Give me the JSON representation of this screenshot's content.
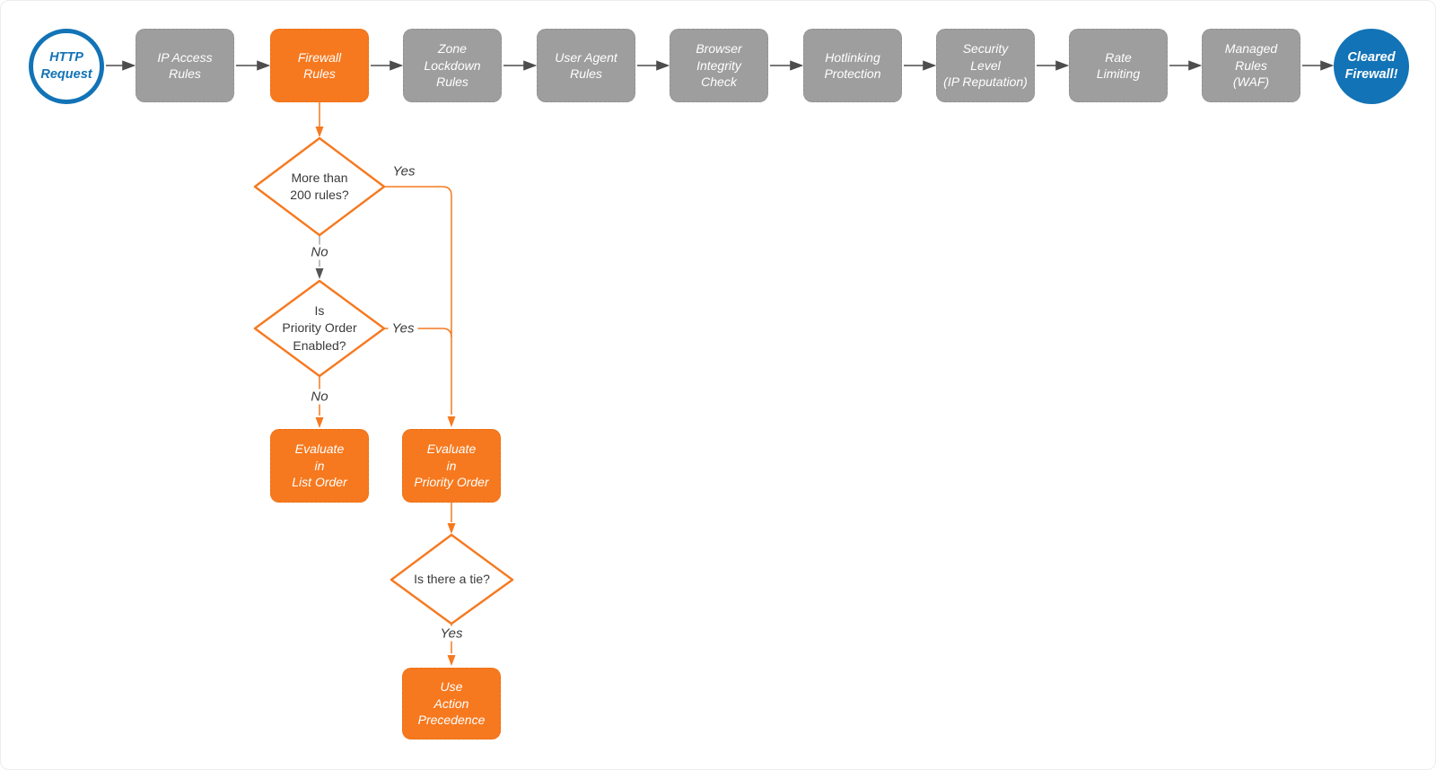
{
  "diagram": {
    "title_hint": "HTTP request firewall evaluation flowchart",
    "start": {
      "label": "HTTP\nRequest"
    },
    "pipeline": [
      {
        "label": "IP Access\nRules"
      },
      {
        "label": "Firewall\nRules"
      },
      {
        "label": "Zone\nLockdown\nRules"
      },
      {
        "label": "User Agent\nRules"
      },
      {
        "label": "Browser\nIntegrity\nCheck"
      },
      {
        "label": "Hotlinking\nProtection"
      },
      {
        "label": "Security\nLevel\n(IP Reputation)"
      },
      {
        "label": "Rate\nLimiting"
      },
      {
        "label": "Managed\nRules\n(WAF)"
      }
    ],
    "end": {
      "label": "Cleared\nFirewall!"
    },
    "decisions": [
      {
        "label": "More than\n200 rules?"
      },
      {
        "label": "Is\nPriority Order\nEnabled?"
      },
      {
        "label": "Is there a tie?"
      }
    ],
    "actions": [
      {
        "label": "Evaluate\nin\nList Order"
      },
      {
        "label": "Evaluate\nin\nPriority Order"
      },
      {
        "label": "Use\nAction\nPrecedence"
      }
    ],
    "edge_labels": {
      "d1_yes": "Yes",
      "d1_no": "No",
      "d2_yes": "Yes",
      "d2_no": "No",
      "d3_yes": "Yes"
    },
    "colors": {
      "accent_orange": "#F6791F",
      "node_gray": "#9E9E9E",
      "brand_blue": "#1273B6",
      "connector_gray": "#4D4D4D",
      "text_dark": "#3A3A3A"
    }
  }
}
